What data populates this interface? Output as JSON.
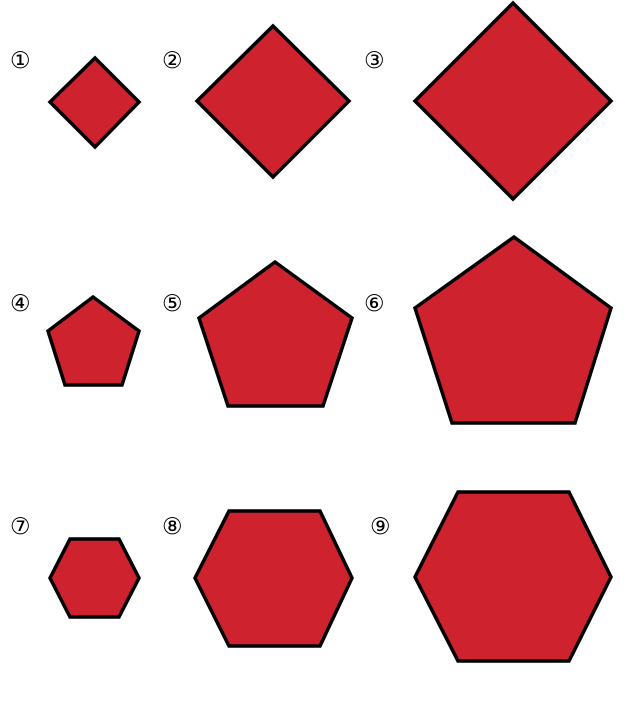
{
  "fill_color": "#CF222F",
  "stroke_color": "#000000",
  "shapes": [
    {
      "label": "①",
      "shape": "square",
      "sides": 4,
      "size": "small"
    },
    {
      "label": "②",
      "shape": "square",
      "sides": 4,
      "size": "medium"
    },
    {
      "label": "③",
      "shape": "square",
      "sides": 4,
      "size": "large"
    },
    {
      "label": "④",
      "shape": "pentagon",
      "sides": 5,
      "size": "small"
    },
    {
      "label": "⑤",
      "shape": "pentagon",
      "sides": 5,
      "size": "medium"
    },
    {
      "label": "⑥",
      "shape": "pentagon",
      "sides": 5,
      "size": "large"
    },
    {
      "label": "⑦",
      "shape": "hexagon",
      "sides": 6,
      "size": "small"
    },
    {
      "label": "⑧",
      "shape": "hexagon",
      "sides": 6,
      "size": "medium"
    },
    {
      "label": "⑨",
      "shape": "hexagon",
      "sides": 6,
      "size": "large"
    }
  ]
}
